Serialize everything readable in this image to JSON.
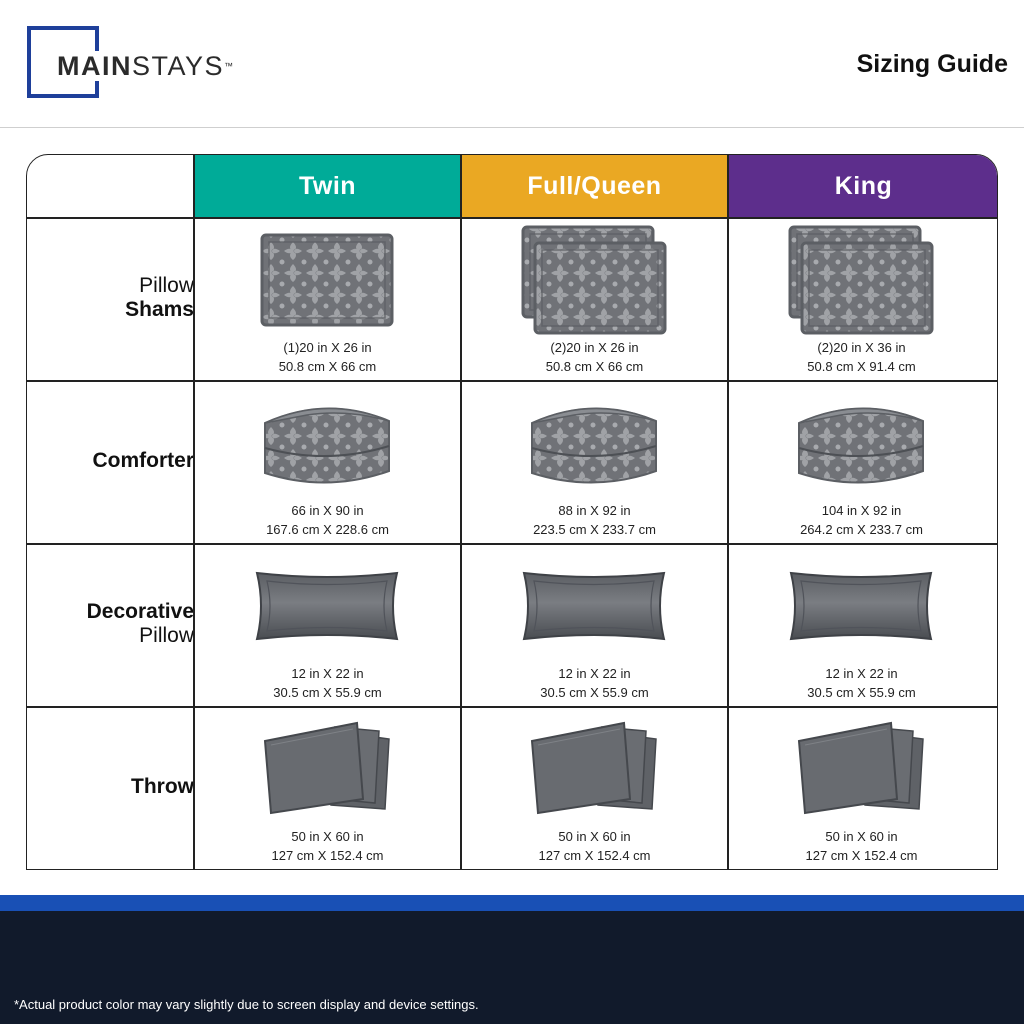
{
  "brand": {
    "name_bold": "MAIN",
    "name_regular": "STAYS",
    "trademark": "™",
    "box_color": "#1e3f9a"
  },
  "page_title": "Sizing Guide",
  "columns": [
    {
      "label": "Twin",
      "color": "#00ab98"
    },
    {
      "label": "Full/Queen",
      "color": "#eaa823"
    },
    {
      "label": "King",
      "color": "#5d2e8c"
    }
  ],
  "rows": [
    {
      "label_line1": "Pillow",
      "label_line2": "Shams",
      "bold_line": 2,
      "icon": "pillow-sham-icon",
      "cells": [
        {
          "count": 1,
          "line1": "(1)20 in X 26 in",
          "line2": "50.8 cm X 66 cm"
        },
        {
          "count": 2,
          "line1": "(2)20 in X 26 in",
          "line2": "50.8 cm X 66 cm"
        },
        {
          "count": 2,
          "line1": "(2)20 in X 36 in",
          "line2": "50.8 cm X 91.4 cm"
        }
      ]
    },
    {
      "label_line1": "Comforter",
      "label_line2": "",
      "bold_line": 1,
      "icon": "comforter-icon",
      "cells": [
        {
          "line1": "66 in X 90 in",
          "line2": "167.6 cm X 228.6 cm"
        },
        {
          "line1": "88 in X 92 in",
          "line2": "223.5 cm X 233.7 cm"
        },
        {
          "line1": "104 in X 92 in",
          "line2": "264.2 cm X 233.7 cm"
        }
      ]
    },
    {
      "label_line1": "Decorative",
      "label_line2": "Pillow",
      "bold_line": 1,
      "icon": "decorative-pillow-icon",
      "cells": [
        {
          "line1": "12 in X 22 in",
          "line2": "30.5 cm X 55.9 cm"
        },
        {
          "line1": "12 in X 22 in",
          "line2": "30.5 cm X 55.9 cm"
        },
        {
          "line1": "12 in X 22 in",
          "line2": "30.5 cm X 55.9 cm"
        }
      ]
    },
    {
      "label_line1": "Throw",
      "label_line2": "",
      "bold_line": 1,
      "icon": "throw-blanket-icon",
      "cells": [
        {
          "line1": "50 in X 60 in",
          "line2": "127 cm X 152.4 cm"
        },
        {
          "line1": "50 in X 60 in",
          "line2": "127 cm X 152.4 cm"
        },
        {
          "line1": "50 in X 60 in",
          "line2": "127 cm X 152.4 cm"
        }
      ]
    }
  ],
  "footer": {
    "note": "*Actual product color may vary slightly due to screen display and device settings.",
    "stripe_color": "#1950b5",
    "background_color": "#111a2b"
  }
}
